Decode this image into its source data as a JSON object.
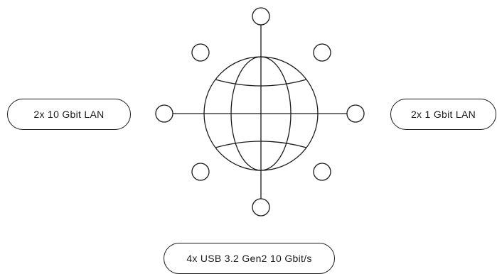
{
  "diagram": {
    "labels": {
      "left": "2x 10 Gbit LAN",
      "right": "2x 1 Gbit LAN",
      "bottom": "4x USB 3.2 Gen2 10 Gbit/s"
    },
    "icon": "globe-icon",
    "port_count": 8,
    "colors": {
      "stroke": "#1a1a1a",
      "background": "#ffffff"
    }
  }
}
